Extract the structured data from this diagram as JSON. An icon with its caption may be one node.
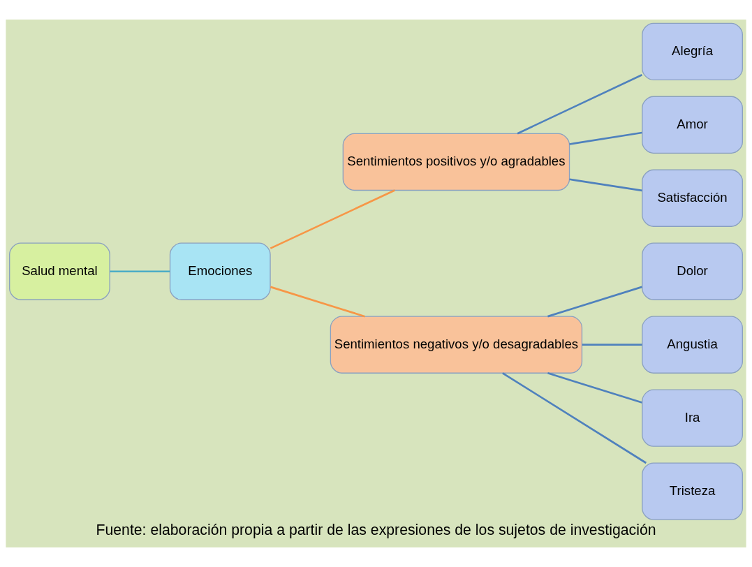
{
  "diagram": {
    "caption": "Fuente: elaboración propia a partir de las expresiones de los sujetos de investigación",
    "nodes": [
      {
        "text": [
          "Salud mental"
        ]
      },
      {
        "text": [
          "Emociones"
        ]
      },
      {
        "text": [
          "Sentimientos positivos y/o agradables"
        ]
      },
      {
        "text": [
          "Alegría"
        ]
      },
      {
        "text": [
          "Amor"
        ]
      },
      {
        "text": [
          "Satisfacción"
        ]
      },
      {
        "text": [
          "Sentimientos negativos y/o desagradables"
        ]
      },
      {
        "text": [
          "Dolor"
        ]
      },
      {
        "text": [
          "Angustia"
        ]
      },
      {
        "text": [
          "Ira"
        ]
      },
      {
        "text": [
          "Tristeza"
        ]
      }
    ],
    "edges": [
      {
        "from": 0,
        "to": 1,
        "arrow": "none",
        "color": "#4bacc6"
      },
      {
        "from": 1,
        "to": 2,
        "arrow": "none",
        "color": "#f79646"
      },
      {
        "from": 1,
        "to": 6,
        "arrow": "none",
        "color": "#f79646"
      },
      {
        "from": 2,
        "to": 3,
        "arrow": "none"
      },
      {
        "from": 2,
        "to": 4,
        "arrow": "none"
      },
      {
        "from": 2,
        "to": 5,
        "arrow": "none"
      },
      {
        "from": 6,
        "to": 7,
        "arrow": "none"
      },
      {
        "from": 6,
        "to": 8,
        "arrow": "none"
      },
      {
        "from": 6,
        "to": 9,
        "arrow": "none"
      },
      {
        "from": 6,
        "to": 10,
        "arrow": "none"
      }
    ]
  }
}
